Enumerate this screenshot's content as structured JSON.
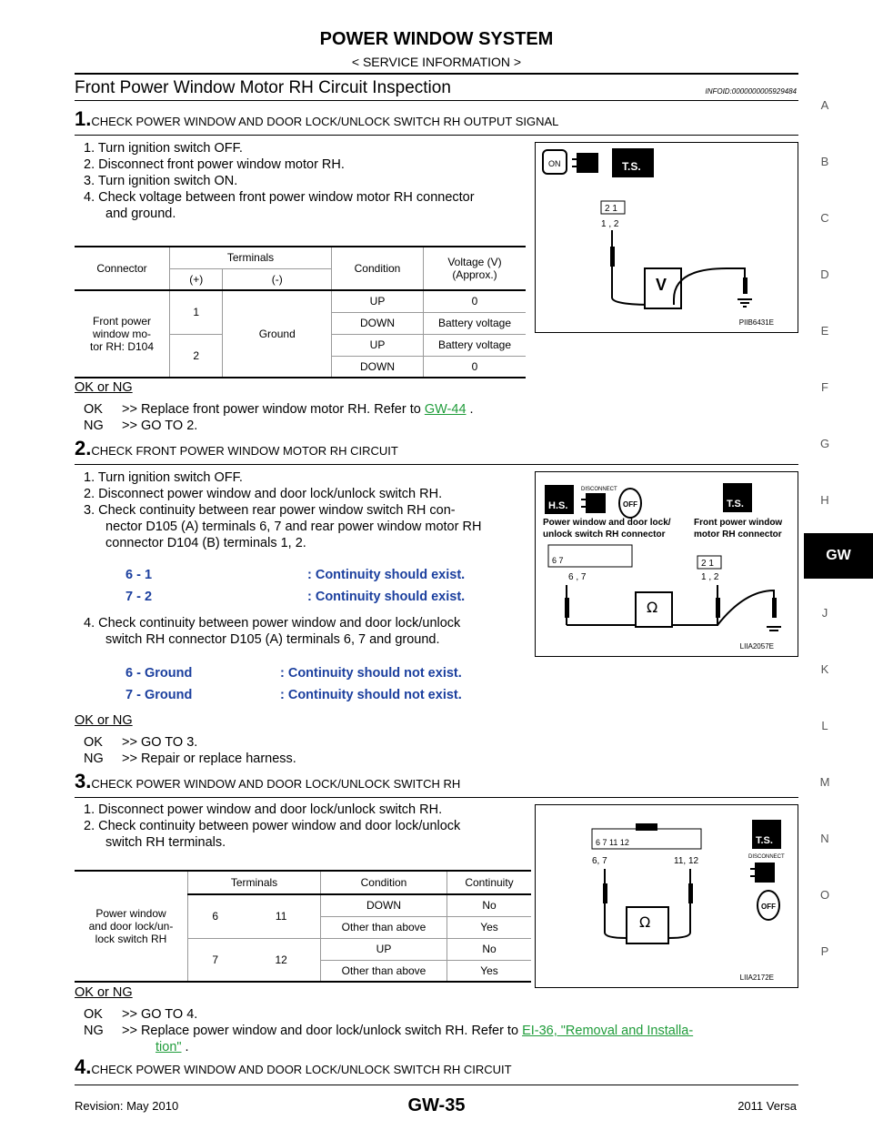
{
  "header": {
    "title": "POWER WINDOW SYSTEM",
    "subtitle": "< SERVICE INFORMATION >"
  },
  "section": {
    "title": "Front Power Window Motor RH Circuit Inspection",
    "info_id": "INFOID:0000000005929484"
  },
  "step1": {
    "num": "1.",
    "title": "CHECK POWER WINDOW AND DOOR LOCK/UNLOCK SWITCH RH OUTPUT SIGNAL",
    "items": [
      "1. Turn ignition switch OFF.",
      "2. Disconnect front power window motor RH.",
      "3. Turn ignition switch ON.",
      "4. Check voltage between front power window motor RH connector",
      "and ground."
    ],
    "table": {
      "h_connector": "Connector",
      "h_terminals": "Terminals",
      "h_plus": "(+)",
      "h_minus": "(-)",
      "h_condition": "Condition",
      "h_voltage": "Voltage (V)",
      "h_voltage2": "(Approx.)",
      "connector": [
        "Front power",
        "window mo-",
        "tor RH: D104"
      ],
      "t1": "1",
      "t2": "2",
      "ground": "Ground",
      "rows": [
        [
          "UP",
          "0"
        ],
        [
          "DOWN",
          "Battery voltage"
        ],
        [
          "UP",
          "Battery voltage"
        ],
        [
          "DOWN",
          "0"
        ]
      ]
    },
    "okng": "OK or NG",
    "ok": "OK",
    "ok_text": ">> Replace front power window motor RH. Refer to ",
    "ok_link": "GW-44",
    "ok_end": " .",
    "ng": "NG",
    "ng_text": ">> GO TO 2.",
    "figure": {
      "caption": "PIIB6431E",
      "connector_top": "2 1",
      "terminals": "1 , 2"
    }
  },
  "step2": {
    "num": "2.",
    "title": "CHECK FRONT POWER WINDOW MOTOR RH CIRCUIT",
    "items": [
      "1. Turn ignition switch OFF.",
      "2. Disconnect power window and door lock/unlock switch RH.",
      "3. Check continuity between rear power window switch RH con-",
      "nector D105 (A) terminals 6, 7 and rear power window motor RH",
      "connector D104 (B) terminals 1, 2."
    ],
    "continuity1": [
      [
        "6 - 1",
        ": Continuity should exist."
      ],
      [
        "7 - 2",
        ": Continuity should exist."
      ]
    ],
    "item4a": "4. Check continuity between power window and door lock/unlock",
    "item4b": "switch RH connector D105 (A) terminals 6, 7 and ground.",
    "continuity2": [
      [
        "6 - Ground",
        ": Continuity should not exist."
      ],
      [
        "7 - Ground",
        ": Continuity should not exist."
      ]
    ],
    "okng": "OK or NG",
    "ok": "OK",
    "ok_text": ">> GO TO 3.",
    "ng": "NG",
    "ng_text": ">> Repair or replace harness.",
    "figure": {
      "caption": "LIIA2057E",
      "disconnect": "DISCONNECT",
      "left_label1": "Power window and door lock/",
      "left_label2": "unlock switch RH connector",
      "right_label1": "Front power window",
      "right_label2": "motor RH connector",
      "terminals_a": "6 , 7",
      "terminals_b": "1 , 2",
      "pins_a": "6 7",
      "pins_b": "2 1"
    }
  },
  "step3": {
    "num": "3.",
    "title": "CHECK POWER WINDOW AND DOOR LOCK/UNLOCK SWITCH RH",
    "items": [
      "1. Disconnect power window and door lock/unlock switch RH.",
      "2. Check continuity between power window and door lock/unlock",
      "switch RH terminals."
    ],
    "table": {
      "h_terminals": "Terminals",
      "h_condition": "Condition",
      "h_continuity": "Continuity",
      "name": [
        "Power window",
        "and door lock/un-",
        "lock switch RH"
      ],
      "r1a": "6",
      "r1b": "11",
      "r2a": "7",
      "r2b": "12",
      "rows": [
        [
          "DOWN",
          "No"
        ],
        [
          "Other than above",
          "Yes"
        ],
        [
          "UP",
          "No"
        ],
        [
          "Other than above",
          "Yes"
        ]
      ]
    },
    "okng": "OK or NG",
    "ok": "OK",
    "ok_text": ">> GO TO 4.",
    "ng": "NG",
    "ng_text": ">> Replace power window and door lock/unlock switch RH. Refer to ",
    "ng_link": "EI-36, \"Removal and Installa-",
    "ng_link2": "tion\"",
    "ng_end": " .",
    "figure": {
      "caption": "LIIA2172E",
      "disconnect": "DISCONNECT",
      "terminals_a": "6, 7",
      "terminals_b": "11, 12",
      "pins": "6 7 11 12"
    }
  },
  "step4": {
    "num": "4.",
    "title": "CHECK POWER WINDOW AND DOOR LOCK/UNLOCK SWITCH RH CIRCUIT"
  },
  "sidebar": [
    "A",
    "B",
    "C",
    "D",
    "E",
    "F",
    "G",
    "H",
    "GW",
    "J",
    "K",
    "L",
    "M",
    "N",
    "O",
    "P"
  ],
  "footer": {
    "revision": "Revision: May 2010",
    "page": "GW-35",
    "model": "2011 Versa"
  }
}
